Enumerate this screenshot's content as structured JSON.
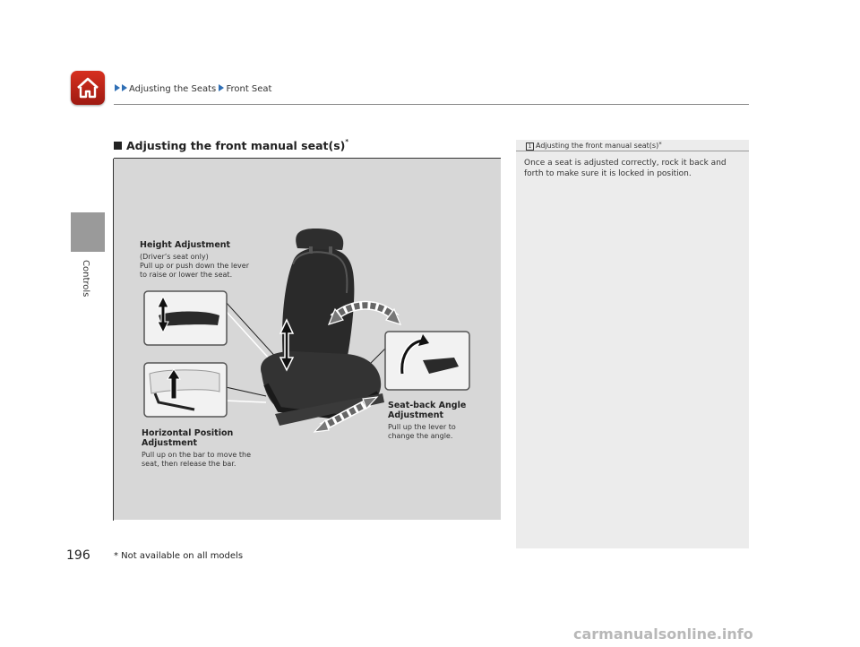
{
  "header": {
    "breadcrumb_1": "Adjusting the Seats",
    "breadcrumb_2": "Front Seat"
  },
  "sidebar": {
    "section_label": "Controls"
  },
  "page_number": "196",
  "section": {
    "title": "Adjusting the front manual seat(s)",
    "title_marker": "*"
  },
  "figure": {
    "height": {
      "title": "Height Adjustment",
      "subtitle": "(Driver’s seat only)",
      "body": "Pull up or push down the lever\nto raise or lower the seat."
    },
    "horizontal": {
      "title_line1": "Horizontal Position",
      "title_line2": "Adjustment",
      "body": "Pull up on the bar to move the\nseat, then release the bar."
    },
    "seatback": {
      "title_line1": "Seat-back Angle",
      "title_line2": "Adjustment",
      "body": "Pull up the lever to\nchange the angle."
    }
  },
  "note": {
    "ref_mark": "1",
    "title": "Adjusting the front manual seat(s)",
    "title_marker": "*",
    "text": "Once a seat is adjusted correctly, rock it back and forth to make sure it is locked in position."
  },
  "footnote": "* Not available on all models",
  "watermark": "carmanualsonline.info",
  "colors": {
    "accent_blue": "#2f6fb5",
    "home_red": "#c9261b",
    "figure_bg": "#d7d7d7",
    "note_bg": "#ececec"
  }
}
